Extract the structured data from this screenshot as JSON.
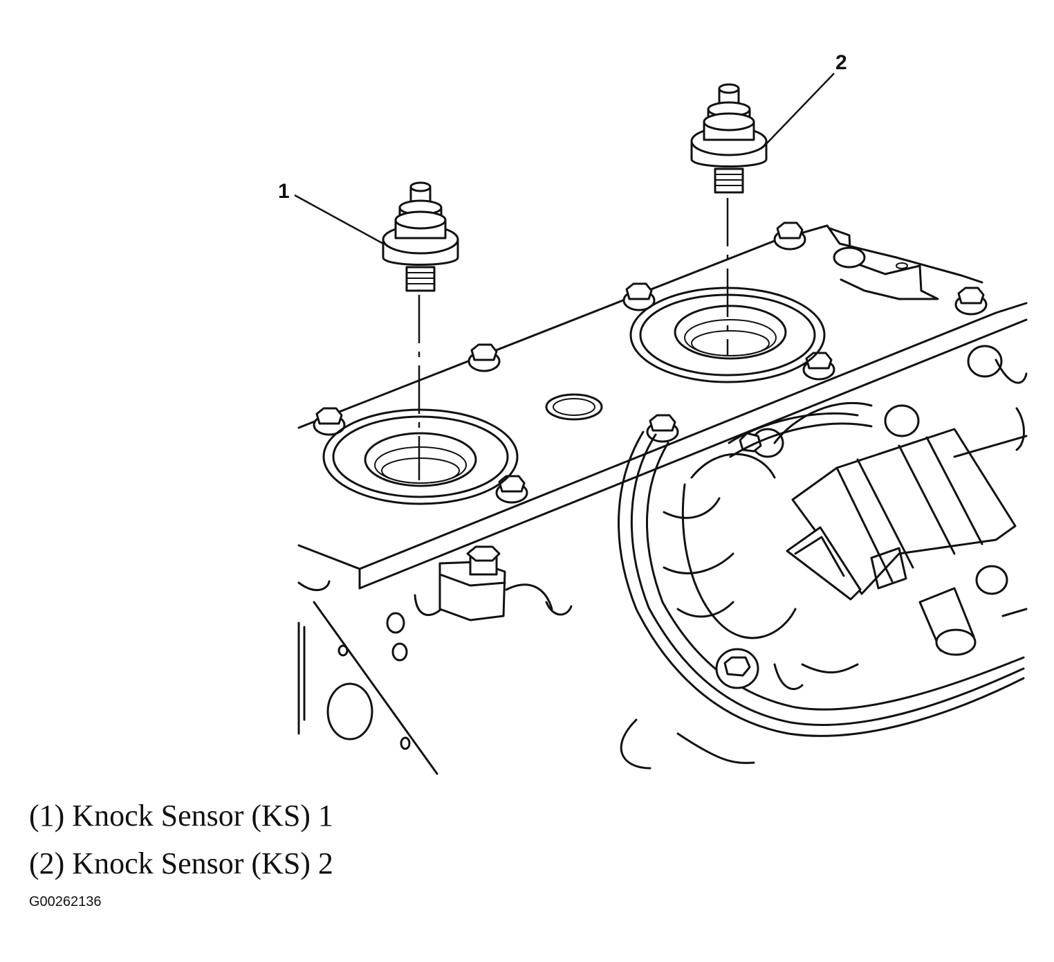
{
  "figure": {
    "callouts": [
      {
        "number": "1",
        "part": "Knock Sensor (KS) 1"
      },
      {
        "number": "2",
        "part": "Knock Sensor (KS) 2"
      }
    ],
    "legend": [
      "(1) Knock Sensor (KS) 1",
      "(2) Knock Sensor (KS) 2"
    ],
    "figure_id": "G00262136"
  },
  "colors": {
    "ink": "#111111",
    "background": "#ffffff"
  }
}
